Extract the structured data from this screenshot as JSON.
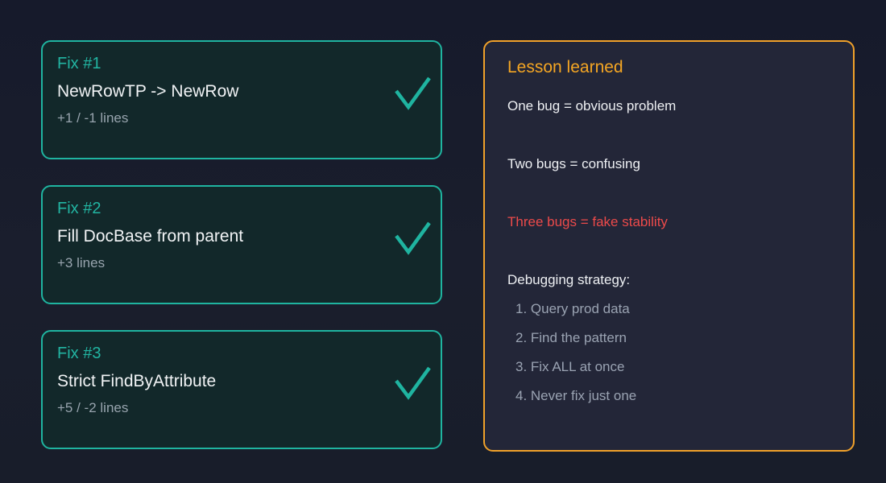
{
  "fixes": [
    {
      "title": "Fix #1",
      "description": "NewRowTP -> NewRow",
      "lines": "+1 / -1 lines",
      "status": "done"
    },
    {
      "title": "Fix #2",
      "description": "Fill DocBase from parent",
      "lines": "+3 lines",
      "status": "done"
    },
    {
      "title": "Fix #3",
      "description": "Strict FindByAttribute",
      "lines": "+5 / -2 lines",
      "status": "done"
    }
  ],
  "lesson": {
    "title": "Lesson learned",
    "lines": [
      "One bug = obvious problem",
      "Two bugs = confusing",
      "Three bugs = fake stability"
    ],
    "strategy_heading": "Debugging strategy:",
    "strategy_steps": [
      "1. Query prod data",
      "2. Find the pattern",
      "3. Fix ALL at once",
      "4. Never fix just one"
    ]
  },
  "colors": {
    "fix_accent": "#1fb4a0",
    "lesson_accent": "#f0a12a",
    "alert": "#ec4a4a",
    "background": "#171b2c"
  },
  "icons": {
    "fix_status": "check-icon"
  }
}
